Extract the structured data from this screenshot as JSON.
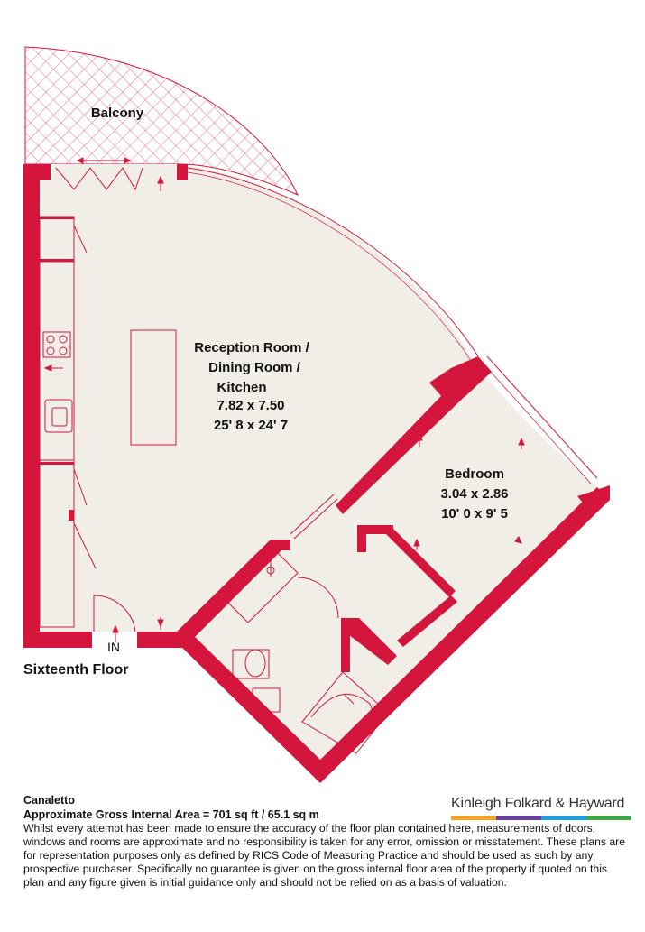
{
  "rooms": {
    "balcony": {
      "name": "Balcony"
    },
    "reception": {
      "line1": "Reception Room /",
      "line2": "Dining Room /",
      "line3": "Kitchen",
      "metric": "7.82 x 7.50",
      "imperial": "25' 8 x 24' 7"
    },
    "bedroom": {
      "name": "Bedroom",
      "metric": "3.04 x 2.86",
      "imperial": "10' 0 x 9' 5"
    }
  },
  "entrance_label": "IN",
  "floor_label": "Sixteenth Floor",
  "footer": {
    "property": "Canaletto",
    "area": "Approximate Gross Internal Area = 701 sq ft / 65.1 sq m",
    "disclaimer": "Whilst every attempt has been made to ensure the accuracy of the floor plan contained here, measurements of doors, windows and rooms are approximate and no responsibility is taken for any error, omission or misstatement. These plans are for representation purposes only as defined by RICS Code of Measuring Practice and should be used as such by any prospective purchaser. Specifically no guarantee is given on the gross internal floor area of the property if quoted on this plan and any figure given is initial guidance only and should not be relied on as a basis of valuation."
  },
  "brand": {
    "name": "Kinleigh Folkard & Hayward",
    "stripe_colors": [
      "#f5a623",
      "#6b3fa0",
      "#1ea0dc",
      "#3aa845"
    ]
  },
  "colors": {
    "wall": "#d4163c",
    "floor": "#f1eee8",
    "fixture": "#d4163c"
  }
}
